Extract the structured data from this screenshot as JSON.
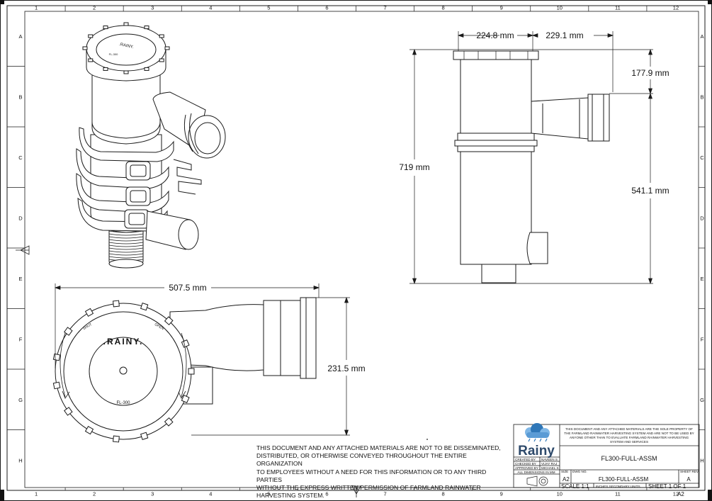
{
  "border": {
    "columns": [
      "1",
      "2",
      "3",
      "4",
      "5",
      "6",
      "7",
      "8",
      "9",
      "10",
      "11",
      "12"
    ],
    "rows": [
      "A",
      "B",
      "C",
      "D",
      "E",
      "F",
      "G",
      "H"
    ]
  },
  "dimensions": {
    "top_width_left": "224.8 mm",
    "top_width_right": "229.1 mm",
    "overall_height": "719 mm",
    "upper_height": "177.9 mm",
    "lower_height": "541.1 mm",
    "plan_length": "507.5 mm",
    "plan_width": "231.5 mm"
  },
  "lid_text": {
    "brand": ".RAINY.",
    "model": "FL-300",
    "left_arrow": "SHUT",
    "right_arrow": "OPEN"
  },
  "notice_lines": [
    "THIS DOCUMENT AND ANY ATTACHED MATERIALS ARE NOT TO BE DISSEMINATED,",
    "DISTRIBUTED, OR OTHERWISE CONVEYED THROUGHOUT THE ENTIRE ORGANIZATION",
    "TO EMPLOYEES WITHOUT A NEED FOR THIS INFORMATION OR TO ANY THIRD PARTIES",
    "WITHOUT THE EXPRESS WRITTEN PERMISSION OF FARMLAND RAINWATER",
    "HARVESTING SYSTEM."
  ],
  "title_block": {
    "logo_text": "Rainy",
    "property_lines": [
      "THIS DOCUMENT AND ANY ATTACHED MATERIALS ARE THE SOLE PROPERTY OF",
      "THE FARMLAND RAINWATER HARVESTING SYSTEM AND ARE NOT TO BE USED BY",
      "ANYONE OTHER THAN TO EVALUATE FARMLAND RAINWATER HARVESTING",
      "SYSTEM AND SERVICES"
    ],
    "title": "FL300-FULL-ASSM",
    "created_by_label": "CREATED BY",
    "created_by": "NAVEEN S",
    "checked_by_label": "CHECKED BY",
    "checked_by": "VIJAY RAJ",
    "approved_by_label": "APPROVED BY",
    "approved_by": "MICHAEL S",
    "units_note": "ALL DIMENSIONS IN MM",
    "size_label": "SIZE",
    "size": "A2",
    "dwg_no_label": "DWG NO.",
    "dwg_no": "FL300-FULL-ASSM",
    "sheet_rev_label": "SHEET REV",
    "rev": "A",
    "scale": "SCALE 1:1",
    "units_secondary": "INCHES SECONDARY UNITS",
    "sheet": "SHEET 1 OF 1",
    "paper_size": "A2"
  },
  "colors": {
    "line": "#1a1a1a",
    "logo_blue_dark": "#2f77b8",
    "logo_blue_light": "#7fb7e6",
    "logo_text": "#2e4a6b"
  }
}
